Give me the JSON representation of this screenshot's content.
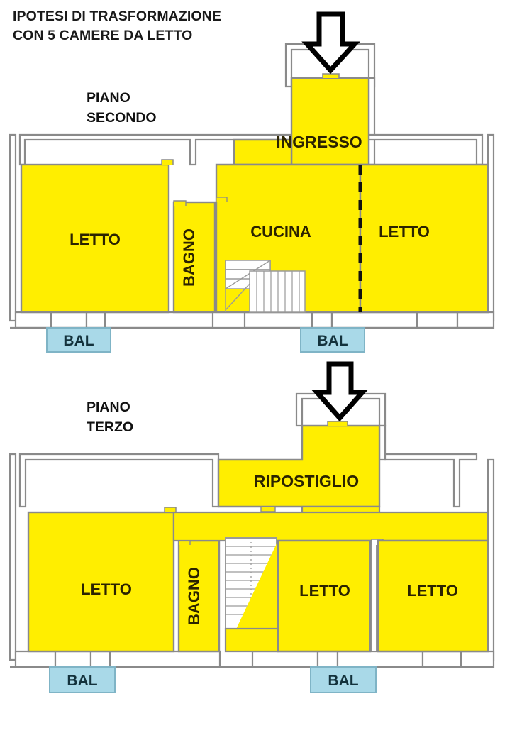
{
  "title": {
    "line1": "IPOTESI DI TRASFORMAZIONE",
    "line2": "CON 5 CAMERE DA LETTO"
  },
  "colors": {
    "room_fill": "#FFEE00",
    "balcony_fill": "#A9D9E8",
    "balcony_stroke": "#7FB4C6",
    "wall_stroke": "#8A8A8A",
    "wall_fill": "#FFFFFF",
    "text_dark": "#2B2300",
    "balcony_text": "#13323C",
    "arrow_fill": "#FFFFFF",
    "arrow_stroke": "#000000",
    "divider_dashed": "#111111",
    "background": "#FFFFFF"
  },
  "floors": [
    {
      "id": "piano-secondo",
      "label_line1": "PIANO",
      "label_line2": "SECONDO",
      "entry_arrow": true,
      "rooms": [
        {
          "id": "ingresso",
          "name": "INGRESSO",
          "font_size": 23,
          "orientation": "horizontal"
        },
        {
          "id": "letto-sx",
          "name": "LETTO",
          "font_size": 22,
          "orientation": "horizontal"
        },
        {
          "id": "bagno",
          "name": "BAGNO",
          "font_size": 22,
          "orientation": "vertical"
        },
        {
          "id": "cucina",
          "name": "CUCINA",
          "font_size": 22,
          "orientation": "horizontal"
        },
        {
          "id": "letto-dx",
          "name": "LETTO",
          "font_size": 22,
          "orientation": "horizontal"
        }
      ],
      "balconies": [
        {
          "id": "bal-sx",
          "name": "BAL"
        },
        {
          "id": "bal-dx",
          "name": "BAL"
        }
      ],
      "stair_type": "winder",
      "has_dashed_divider": true
    },
    {
      "id": "piano-terzo",
      "label_line1": "PIANO",
      "label_line2": "TERZO",
      "entry_arrow": true,
      "rooms": [
        {
          "id": "ripostiglio",
          "name": "RIPOSTIGLIO",
          "font_size": 23,
          "orientation": "horizontal"
        },
        {
          "id": "letto-t1",
          "name": "LETTO",
          "font_size": 22,
          "orientation": "horizontal"
        },
        {
          "id": "bagno-t",
          "name": "BAGNO",
          "font_size": 22,
          "orientation": "vertical"
        },
        {
          "id": "letto-t2",
          "name": "LETTO",
          "font_size": 22,
          "orientation": "horizontal"
        },
        {
          "id": "letto-t3",
          "name": "LETTO",
          "font_size": 22,
          "orientation": "horizontal"
        }
      ],
      "balconies": [
        {
          "id": "bal-t-sx",
          "name": "BAL"
        },
        {
          "id": "bal-t-dx",
          "name": "BAL"
        }
      ],
      "stair_type": "straight",
      "has_dashed_divider": false
    }
  ],
  "summary": {
    "bedroom_count": 5,
    "bedroom_label": "LETTO",
    "bathroom_label": "BAGNO",
    "kitchen_label": "CUCINA",
    "entrance_label": "INGRESSO",
    "storage_label": "RIPOSTIGLIO",
    "balcony_label": "BAL"
  }
}
